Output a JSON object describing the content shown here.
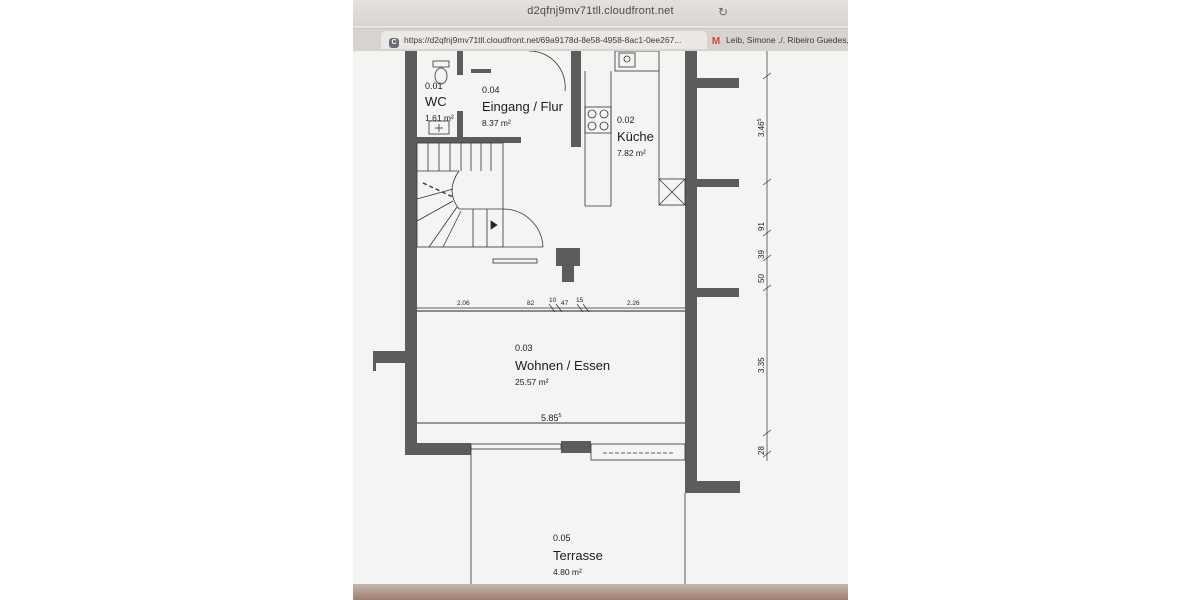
{
  "browser": {
    "address": "d2qfnj9mv71tll.cloudfront.net",
    "tabs": [
      {
        "label": "https://d2qfnj9mv71tll.cloudfront.net/69a9178d-8e58-4958-8ac1-0ee267...",
        "icon": "C"
      },
      {
        "label": "Leib, Simone ./. Ribeiro Guedes, I",
        "icon": "M"
      }
    ]
  },
  "plan": {
    "rooms": {
      "wc": {
        "number": "0.01",
        "name": "WC",
        "area": "1.61 m²"
      },
      "flur": {
        "number": "0.04",
        "name": "Eingang / Flur",
        "area": "8.37 m²"
      },
      "kueche": {
        "number": "0.02",
        "name": "Küche",
        "area": "7.82 m²"
      },
      "wohnen": {
        "number": "0.03",
        "name": "Wohnen / Essen",
        "area": "25.57 m²"
      },
      "terrasse": {
        "number": "0.05",
        "name": "Terrasse",
        "area": "4.80 m²"
      }
    },
    "dims_horizontal": [
      "2.06",
      "82",
      "10",
      "47",
      "15",
      "2.26"
    ],
    "total_width": "5.85",
    "total_width_sup": "5",
    "dims_vertical": [
      "3.46",
      "91",
      "39",
      "50",
      "3.35",
      "28"
    ],
    "dim_top_sup": "5"
  },
  "colors": {
    "wall": "#5c5c5c",
    "paper": "#f4f4f2"
  }
}
